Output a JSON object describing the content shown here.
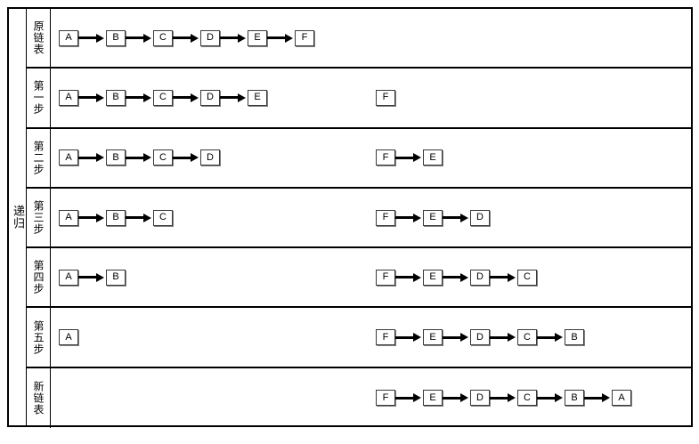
{
  "diagram": {
    "outer_label": "递归",
    "node_letters": [
      "A",
      "B",
      "C",
      "D",
      "E",
      "F"
    ],
    "rows": [
      {
        "label": "原链表",
        "left_chain": [
          "A",
          "B",
          "C",
          "D",
          "E",
          "F"
        ],
        "right_chain": []
      },
      {
        "label": "第一步",
        "left_chain": [
          "A",
          "B",
          "C",
          "D",
          "E"
        ],
        "right_chain": [
          "F"
        ]
      },
      {
        "label": "第二步",
        "left_chain": [
          "A",
          "B",
          "C",
          "D"
        ],
        "right_chain": [
          "F",
          "E"
        ]
      },
      {
        "label": "第三步",
        "left_chain": [
          "A",
          "B",
          "C"
        ],
        "right_chain": [
          "F",
          "E",
          "D"
        ]
      },
      {
        "label": "第四步",
        "left_chain": [
          "A",
          "B"
        ],
        "right_chain": [
          "F",
          "E",
          "D",
          "C"
        ]
      },
      {
        "label": "第五步",
        "left_chain": [
          "A"
        ],
        "right_chain": [
          "F",
          "E",
          "D",
          "C",
          "B"
        ]
      },
      {
        "label": "新链表",
        "left_chain": [],
        "right_chain": [
          "F",
          "E",
          "D",
          "C",
          "B",
          "A"
        ]
      }
    ]
  }
}
